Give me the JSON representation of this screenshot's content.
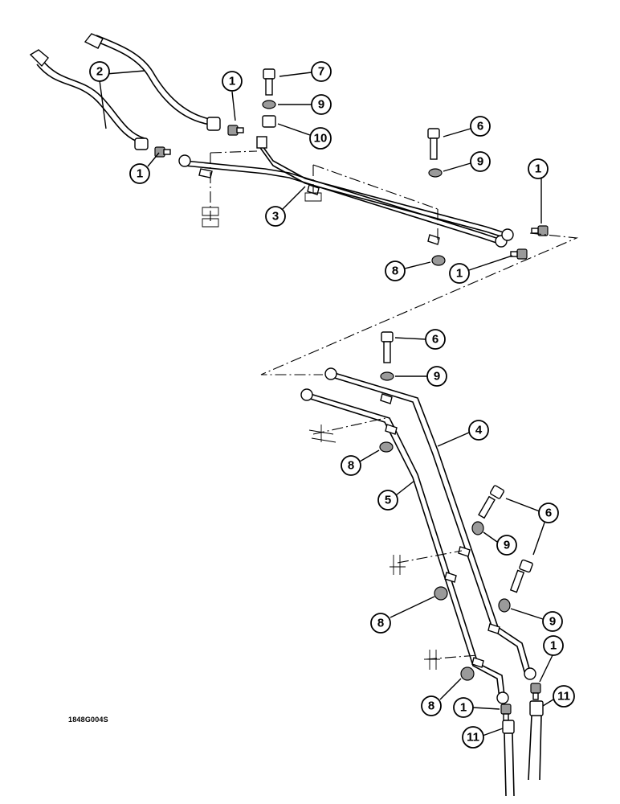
{
  "drawing_code": "1848G004S",
  "callouts": [
    {
      "id": "c-1a",
      "label": "1"
    },
    {
      "id": "c-1b",
      "label": "1"
    },
    {
      "id": "c-1c",
      "label": "1"
    },
    {
      "id": "c-1d",
      "label": "1"
    },
    {
      "id": "c-1e",
      "label": "1"
    },
    {
      "id": "c-1f",
      "label": "1"
    },
    {
      "id": "c-2",
      "label": "2"
    },
    {
      "id": "c-3",
      "label": "3"
    },
    {
      "id": "c-4",
      "label": "4"
    },
    {
      "id": "c-5",
      "label": "5"
    },
    {
      "id": "c-6a",
      "label": "6"
    },
    {
      "id": "c-6b",
      "label": "6"
    },
    {
      "id": "c-6c",
      "label": "6"
    },
    {
      "id": "c-7",
      "label": "7"
    },
    {
      "id": "c-8a",
      "label": "8"
    },
    {
      "id": "c-8b",
      "label": "8"
    },
    {
      "id": "c-8c",
      "label": "8"
    },
    {
      "id": "c-8d",
      "label": "8"
    },
    {
      "id": "c-9a",
      "label": "9"
    },
    {
      "id": "c-9b",
      "label": "9"
    },
    {
      "id": "c-9c",
      "label": "9"
    },
    {
      "id": "c-9d",
      "label": "9"
    },
    {
      "id": "c-9e",
      "label": "9"
    },
    {
      "id": "c-10",
      "label": "10"
    },
    {
      "id": "c-11a",
      "label": "11"
    },
    {
      "id": "c-11b",
      "label": "11"
    }
  ]
}
